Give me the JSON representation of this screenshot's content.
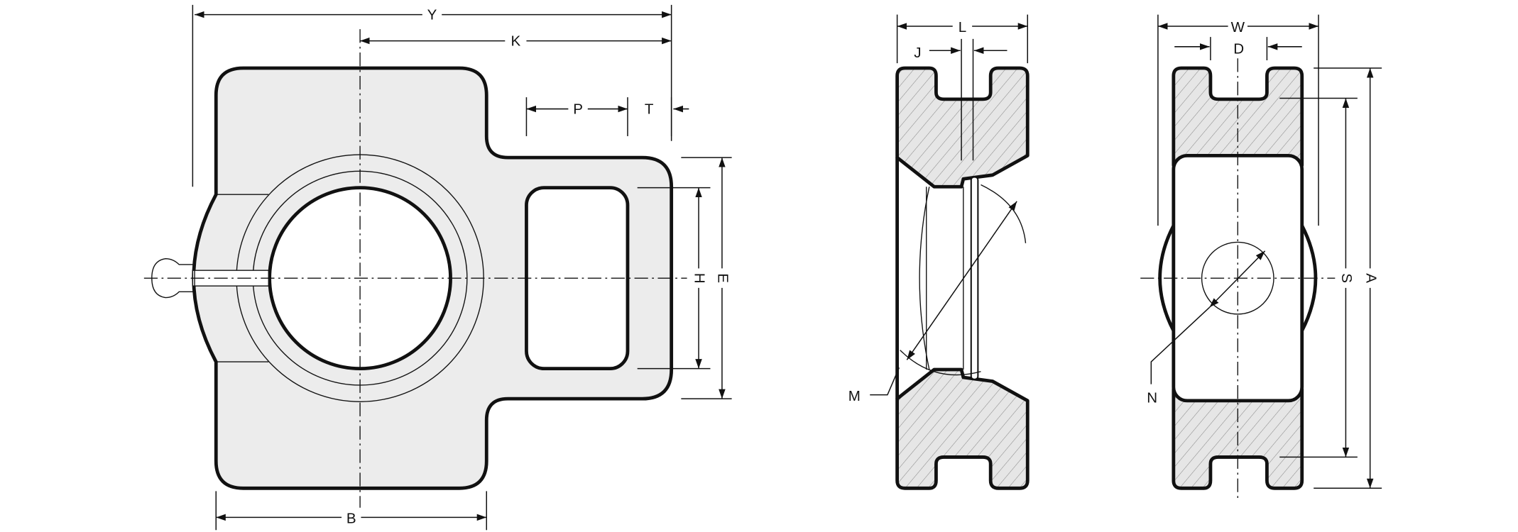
{
  "title": "Take-up bearing unit dimension drawing",
  "colors": {
    "body_fill": "#ececec",
    "outline": "#111111",
    "hatch": "#888888"
  },
  "front_view": {
    "labels": {
      "Y": "Y",
      "K": "K",
      "P": "P",
      "T": "T",
      "H": "H",
      "E": "E",
      "B": "B"
    }
  },
  "section_view": {
    "labels": {
      "L": "L",
      "J": "J",
      "M": "M"
    }
  },
  "side_view": {
    "labels": {
      "W": "W",
      "D": "D",
      "S": "S",
      "A": "A",
      "N": "N"
    }
  }
}
